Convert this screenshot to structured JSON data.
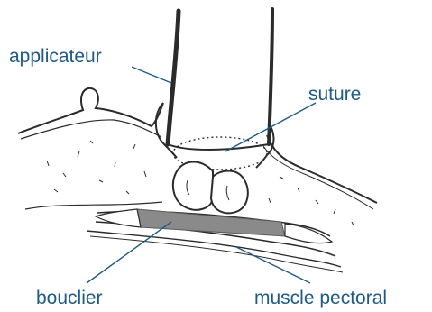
{
  "labels": {
    "applicateur": "applicateur",
    "suture": "suture",
    "bouclier": "bouclier",
    "muscle": "muscle pectoral"
  },
  "colors": {
    "label_text": "#1f5a86",
    "leader_line": "#1f5a86",
    "sketch": "#2b2b2b",
    "shield": "#8a8a8a"
  }
}
